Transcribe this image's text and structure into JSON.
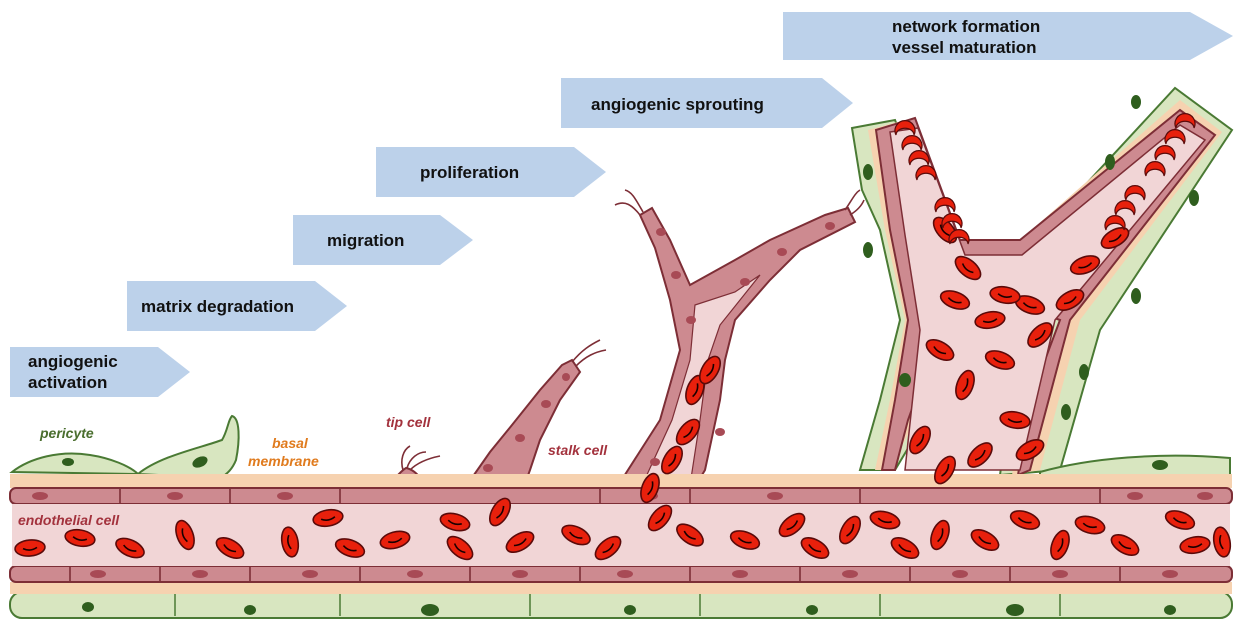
{
  "steps": {
    "s1": [
      "angiogenic",
      "activation"
    ],
    "s2": "matrix degradation",
    "s3": "migration",
    "s4": "proliferation",
    "s5": "angiogenic sprouting",
    "s6": [
      "network formation",
      "vessel maturation"
    ]
  },
  "labels": {
    "pericyte": "pericyte",
    "basal": [
      "basal",
      "membrane"
    ],
    "tip_cell": "tip cell",
    "stalk_cell": "stalk cell",
    "endothelial_cell": "endothelial cell"
  },
  "colors": {
    "arrow": "#bcd1ea",
    "pericyte_fill": "#d8e6c0",
    "pericyte_stroke": "#4a7a34",
    "pericyte_nucleus": "#2f5e1e",
    "basal": "#f6d2b0",
    "endothelial_fill": "#cd8a90",
    "endothelial_stroke": "#7d2e36",
    "nucleus": "#a84a55",
    "lumen": "#f1d5d6",
    "rbc_fill": "#e8200c",
    "rbc_stroke": "#5a0a0a",
    "label_red": "#a3323d",
    "label_orange": "#e07b1e",
    "label_green": "#4a6e2e"
  }
}
